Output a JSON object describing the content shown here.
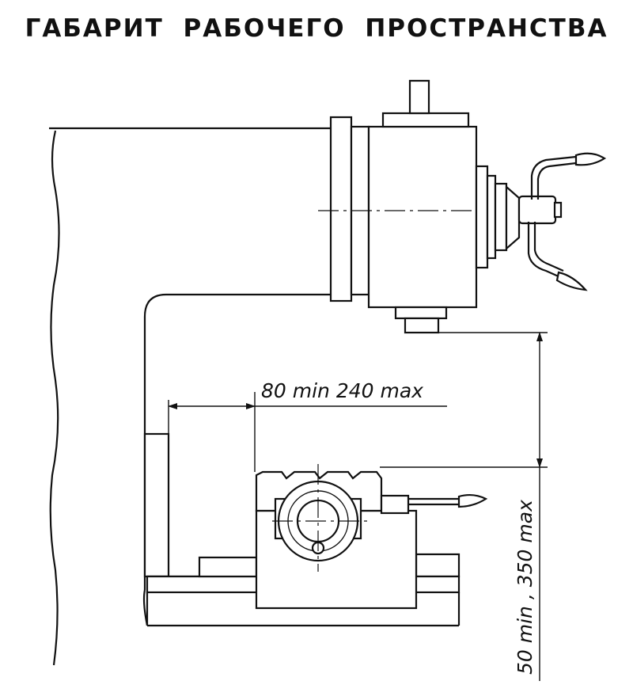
{
  "title": "ГАБАРИТ РАБОЧЕГО ПРОСТРАНСТВА",
  "dimensions": {
    "horizontal": "80 min  240 max",
    "vertical": "50 min , 350 max"
  }
}
